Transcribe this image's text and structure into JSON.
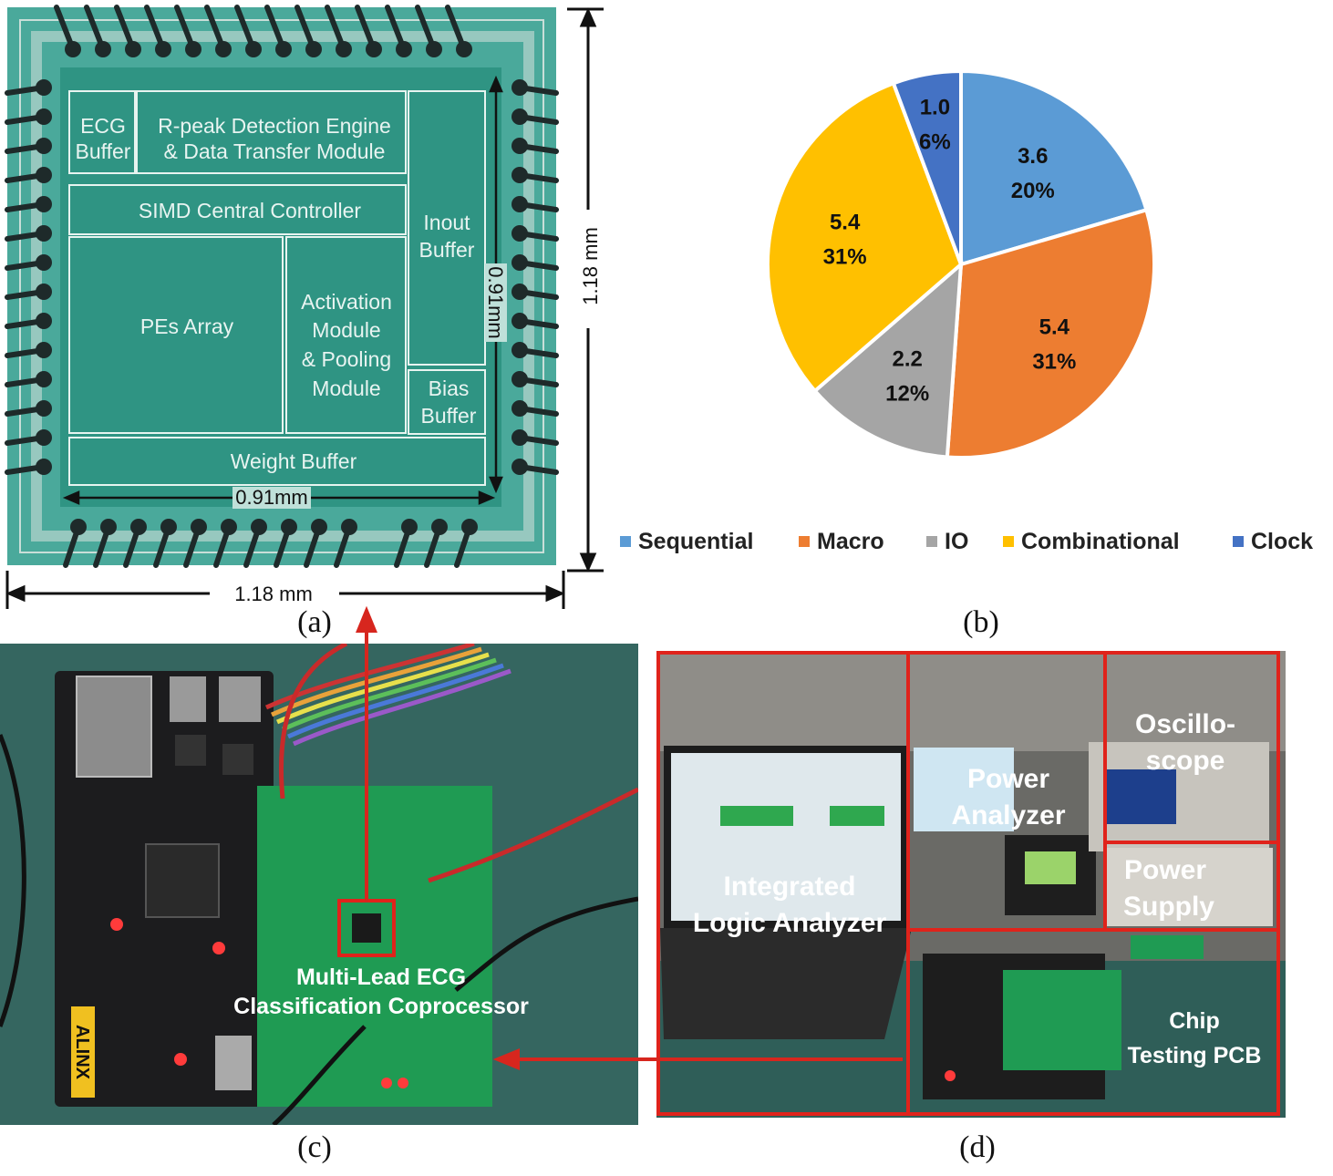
{
  "captions": {
    "a": "(a)",
    "b": "(b)",
    "c": "(c)",
    "d": "(d)"
  },
  "die": {
    "blocks": {
      "ecg_buffer": [
        "ECG",
        "Buffer"
      ],
      "rpeak": [
        "R-peak Detection Engine",
        "& Data Transfer Module"
      ],
      "simd": "SIMD Central Controller",
      "inout_buffer": [
        "Inout",
        "Buffer"
      ],
      "pes_array": "PEs Array",
      "activation": [
        "Activation",
        "Module",
        "& Pooling",
        "Module"
      ],
      "bias_buffer": [
        "Bias",
        "Buffer"
      ],
      "weight_buffer": "Weight Buffer"
    },
    "inner_width": "0.91mm",
    "inner_height": "0.91mm",
    "outer_width": "1.18 mm",
    "outer_height": "1.18 mm"
  },
  "chart_data": {
    "type": "pie",
    "slices": [
      {
        "name": "Sequential",
        "value": 3.6,
        "percent": "20%",
        "color": "#5b9bd5"
      },
      {
        "name": "Macro",
        "value": 5.4,
        "percent": "31%",
        "color": "#ed7d31"
      },
      {
        "name": "IO",
        "value": 2.2,
        "percent": "12%",
        "color": "#a5a5a5"
      },
      {
        "name": "Combinational",
        "value": 5.4,
        "percent": "31%",
        "color": "#ffc000"
      },
      {
        "name": "Clock",
        "value": 1.0,
        "percent": "6%",
        "color": "#4472c4"
      }
    ],
    "legend_position": "bottom"
  },
  "board_photo": {
    "chip_label": [
      "Multi-Lead ECG",
      "Classification Coprocessor"
    ],
    "fpga_brand": "ALINX"
  },
  "setup_photo": {
    "labels": {
      "logic_analyzer": [
        "Integrated",
        "Logic Analyzer"
      ],
      "power_analyzer": [
        "Power",
        "Analyzer"
      ],
      "oscilloscope": [
        "Oscillo-",
        "scope"
      ],
      "power_supply": [
        "Power",
        "Supply"
      ],
      "chip_pcb": [
        "Chip",
        "Testing PCB"
      ]
    },
    "frame_color": "#e0231b"
  },
  "arrow_color": "#d7261e"
}
